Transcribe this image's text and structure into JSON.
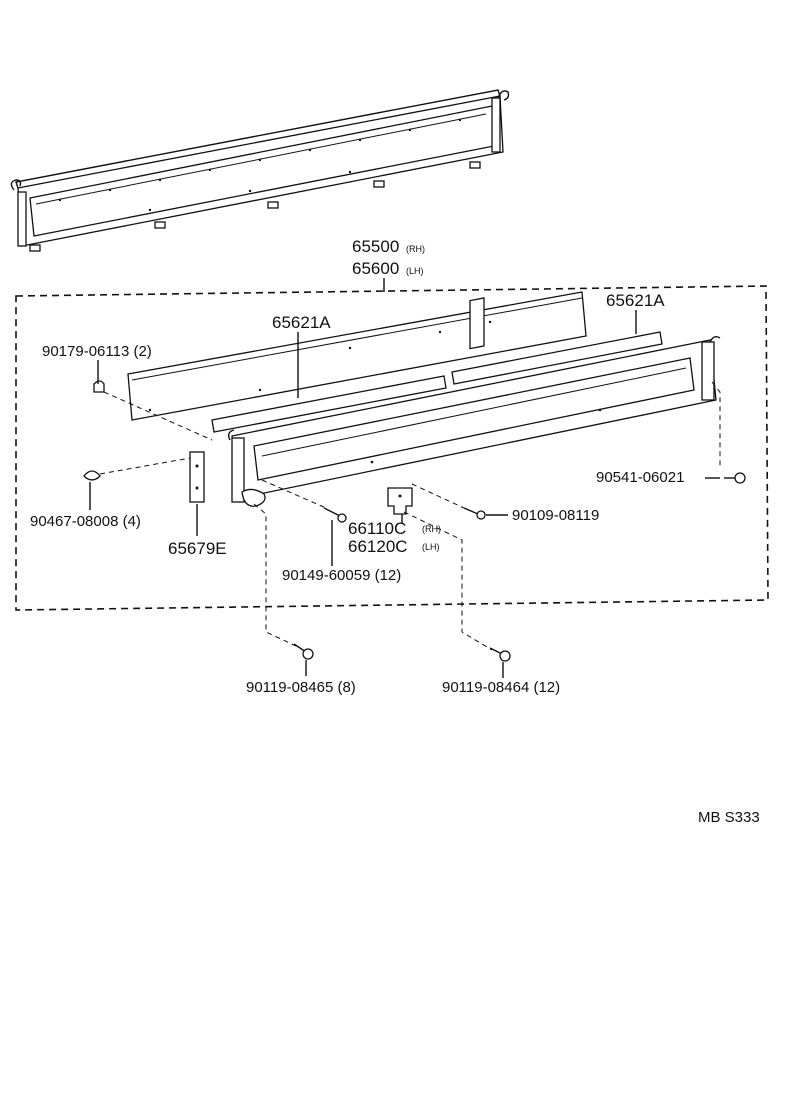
{
  "diagram": {
    "assembly": {
      "rh": "65500",
      "rh_suffix": "(RH)",
      "lh": "65600",
      "lh_suffix": "(LH)"
    },
    "parts": {
      "p65621a_left": "65621A",
      "p65621a_right": "65621A",
      "p90179": "90179-06113 (2)",
      "p90467": "90467-08008 (4)",
      "p65679e": "65679E",
      "p66110c": "66110C",
      "p66110c_suffix": "(RH)",
      "p66120c": "66120C",
      "p66120c_suffix": "(LH)",
      "p90149": "90149-60059 (12)",
      "p90109": "90109-08119",
      "p90541": "90541-06021",
      "p90119_a": "90119-08465 (8)",
      "p90119_b": "90119-08464 (12)"
    },
    "code": "MB S333"
  }
}
